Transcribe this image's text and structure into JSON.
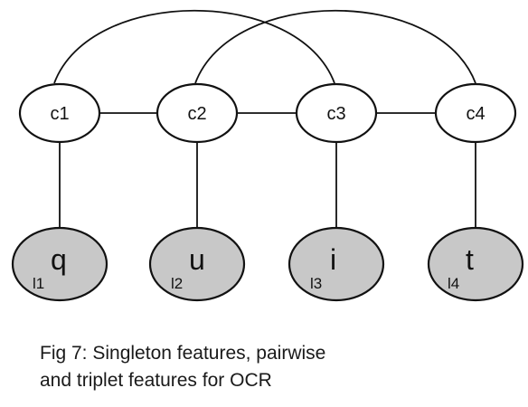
{
  "colors": {
    "edge": "#111111",
    "hidden_fill": "#ffffff",
    "observed_fill": "#c8c8c8"
  },
  "hidden_nodes": [
    {
      "label": "c1"
    },
    {
      "label": "c2"
    },
    {
      "label": "c3"
    },
    {
      "label": "c4"
    }
  ],
  "observed_nodes": [
    {
      "sub": "l1",
      "letter": "q"
    },
    {
      "sub": "l2",
      "letter": "u"
    },
    {
      "sub": "l3",
      "letter": "i"
    },
    {
      "sub": "l4",
      "letter": "t"
    }
  ],
  "edges": {
    "chain": [
      [
        "c1",
        "c2"
      ],
      [
        "c2",
        "c3"
      ],
      [
        "c3",
        "c4"
      ]
    ],
    "skip": [
      [
        "c1",
        "c3"
      ],
      [
        "c2",
        "c4"
      ]
    ],
    "emission": [
      [
        "c1",
        "l1"
      ],
      [
        "c2",
        "l2"
      ],
      [
        "c3",
        "l3"
      ],
      [
        "c4",
        "l4"
      ]
    ]
  },
  "caption": {
    "line1": "Fig 7: Singleton features, pairwise",
    "line2": "and triplet features for OCR"
  }
}
